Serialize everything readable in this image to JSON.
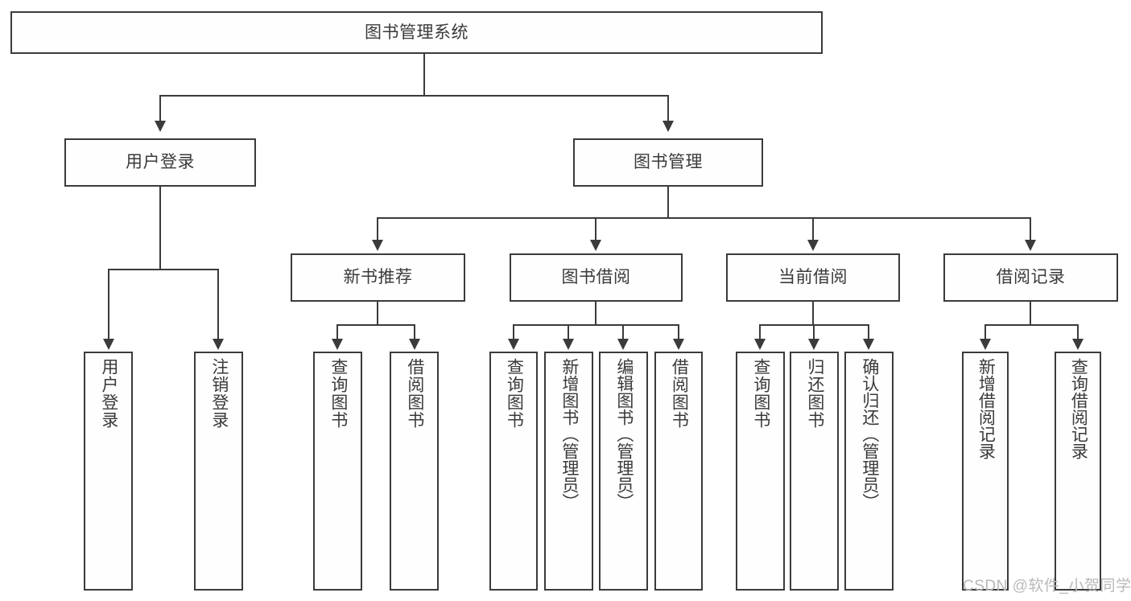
{
  "diagram": {
    "type": "tree-hierarchy-chart",
    "title": "图书管理系统",
    "root": {
      "id": "root",
      "label": "图书管理系统"
    },
    "level2": [
      {
        "id": "user-login",
        "label": "用户登录"
      },
      {
        "id": "book-management",
        "label": "图书管理"
      }
    ],
    "level3": [
      {
        "id": "new-book-recommend",
        "label": "新书推荐",
        "parent": "book-management"
      },
      {
        "id": "book-borrow",
        "label": "图书借阅",
        "parent": "book-management"
      },
      {
        "id": "current-borrow",
        "label": "当前借阅",
        "parent": "book-management"
      },
      {
        "id": "borrow-record",
        "label": "借阅记录",
        "parent": "book-management"
      }
    ],
    "leaves": {
      "user_login": [
        {
          "id": "leaf-user-login",
          "label": "用户登录"
        },
        {
          "id": "leaf-user-logout",
          "label": "注销登录"
        }
      ],
      "new_book_recommend": [
        {
          "id": "leaf-query-book-1",
          "label": "查询图书"
        },
        {
          "id": "leaf-borrow-book-1",
          "label": "借阅图书"
        }
      ],
      "book_borrow": [
        {
          "id": "leaf-query-book-2",
          "label": "查询图书"
        },
        {
          "id": "leaf-add-book",
          "label": "新增图书（管理员）"
        },
        {
          "id": "leaf-edit-book",
          "label": "编辑图书（管理员）"
        },
        {
          "id": "leaf-borrow-book-2",
          "label": "借阅图书"
        }
      ],
      "current_borrow": [
        {
          "id": "leaf-query-book-3",
          "label": "查询图书"
        },
        {
          "id": "leaf-return-book",
          "label": "归还图书"
        },
        {
          "id": "leaf-confirm-return",
          "label": "确认归还（管理员）"
        }
      ],
      "borrow_record": [
        {
          "id": "leaf-add-record",
          "label": "新增借阅记录"
        },
        {
          "id": "leaf-query-record",
          "label": "查询借阅记录"
        }
      ]
    },
    "colors": {
      "stroke": "#3b3b3b",
      "text": "#3a3a3a",
      "background": "#ffffff",
      "watermark": "#b9b9b9"
    }
  },
  "watermark": {
    "text": "CSDN @软件_小贺同学"
  }
}
